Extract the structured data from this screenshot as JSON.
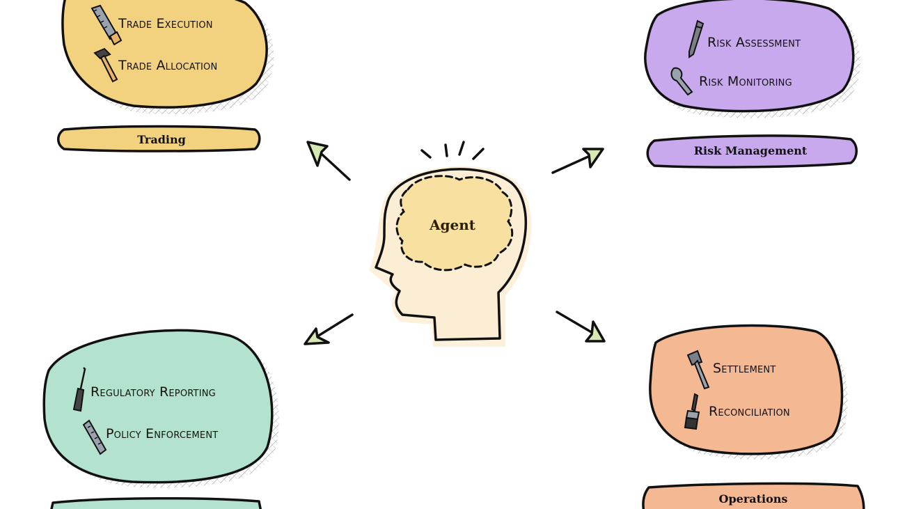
{
  "center": {
    "label": "Agent"
  },
  "groups": [
    {
      "id": "trading",
      "category": "Trading",
      "color": "#F2D27E",
      "tools": [
        {
          "label": "Trade Execution",
          "icon": "saw-icon"
        },
        {
          "label": "Trade Allocation",
          "icon": "hammer-icon"
        }
      ]
    },
    {
      "id": "risk",
      "category": "Risk Management",
      "color": "#C8A9EE",
      "tools": [
        {
          "label": "Risk Assessment",
          "icon": "pen-icon"
        },
        {
          "label": "Risk Monitoring",
          "icon": "wrench-icon"
        }
      ]
    },
    {
      "id": "compliance",
      "category": "",
      "color": "#B3E3CF",
      "tools": [
        {
          "label": "Regulatory Reporting",
          "icon": "screwdriver-icon"
        },
        {
          "label": "Policy Enforcement",
          "icon": "ruler-icon"
        }
      ]
    },
    {
      "id": "operations",
      "category": "Operations",
      "color": "#F4B892",
      "tools": [
        {
          "label": "Settlement",
          "icon": "axe-icon"
        },
        {
          "label": "Reconciliation",
          "icon": "brush-icon"
        }
      ]
    }
  ],
  "arrow_color": "#D7E9B3",
  "head_color": "#FBEED5",
  "brain_color": "#F8E0A0"
}
